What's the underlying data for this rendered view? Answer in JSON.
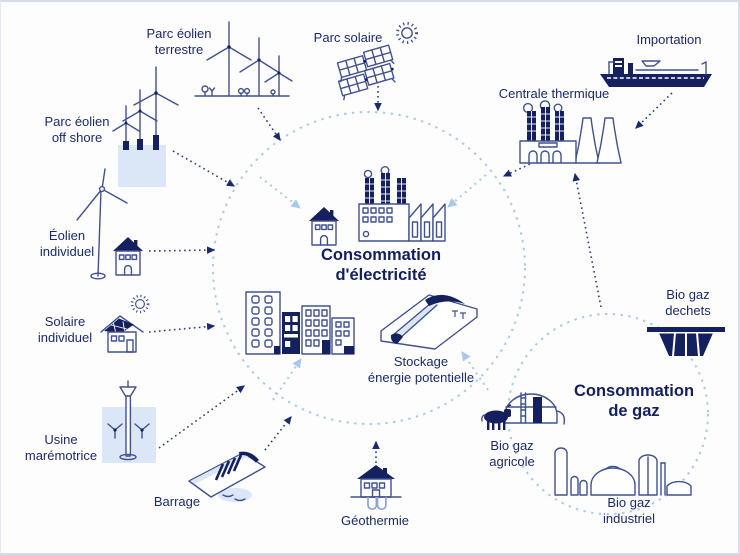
{
  "colors": {
    "navy": "#14215e",
    "outline_blue": "#41518f",
    "light_blue_dashed": "#a9c9ea",
    "water": "#dbe6f6",
    "background": "#fdfdfe"
  },
  "labels": {
    "parc_eolien_terrestre": "Parc éolien\nterrestre",
    "parc_solaire": "Parc solaire",
    "importation": "Importation",
    "centrale_thermique": "Centrale thermique",
    "parc_eolien_offshore": "Parc éolien\noff shore",
    "eolien_individuel": "Éolien\nindividuel",
    "solaire_individuel": "Solaire\nindividuel",
    "usine_maremotrice": "Usine\nmarémotrice",
    "barrage": "Barrage",
    "geothermie": "Géothermie",
    "consommation_electricite": "Consommation\nd'électricité",
    "stockage": "Stockage\nénergie potentielle",
    "consommation_gaz": "Consommation\nde gaz",
    "biogaz_dechets": "Bio gaz\ndechets",
    "biogaz_agricole": "Bio gaz\nagricole",
    "biogaz_industriel": "Bio gaz\nindustriel"
  },
  "icons": {
    "onshore_wind": "onshore-wind-farm-icon",
    "solar_park": "solar-panels-icon",
    "sun": "sun-icon",
    "ship": "cargo-ship-icon",
    "thermal_plant": "thermal-power-plant-icon",
    "offshore_wind": "offshore-wind-farm-icon",
    "single_turbine": "wind-turbine-icon",
    "house": "house-icon",
    "solar_house": "solar-roof-house-icon",
    "tidal_plant": "tidal-turbine-icon",
    "dam": "dam-icon",
    "geothermal_house": "geothermal-house-icon",
    "city_buildings": "city-buildings-icon",
    "factory": "factory-icon",
    "pumped_storage": "pumped-storage-icon",
    "waste_skip": "waste-container-icon",
    "cow_biogas": "cow-and-biogas-dome-icon",
    "industrial_tanks": "gas-tanks-icon"
  },
  "connections": [
    {
      "from": "parc-eolien-terrestre",
      "to": "consommation-electricite"
    },
    {
      "from": "parc-solaire",
      "to": "consommation-electricite"
    },
    {
      "from": "parc-eolien-offshore",
      "to": "consommation-electricite"
    },
    {
      "from": "eolien-individuel",
      "to": "consommation-electricite"
    },
    {
      "from": "solaire-individuel",
      "to": "consommation-electricite"
    },
    {
      "from": "usine-maremotrice",
      "to": "consommation-electricite"
    },
    {
      "from": "barrage",
      "to": "consommation-electricite"
    },
    {
      "from": "geothermie",
      "to": "consommation-electricite"
    },
    {
      "from": "centrale-thermique",
      "to": "consommation-electricite"
    },
    {
      "from": "importation",
      "to": "centrale-thermique"
    },
    {
      "from": "consommation-gaz",
      "to": "centrale-thermique"
    },
    {
      "from": "consommation-electricite",
      "to": "stockage-energie-potentielle"
    }
  ]
}
